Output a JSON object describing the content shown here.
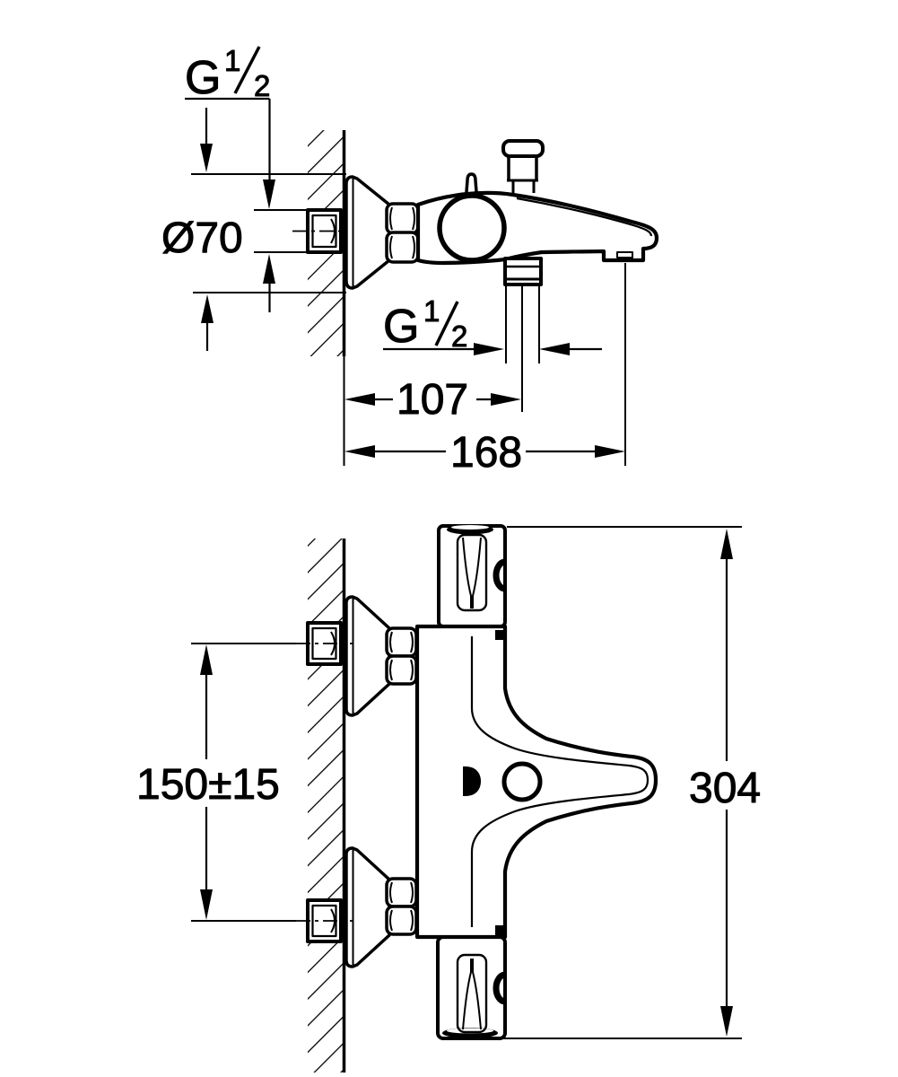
{
  "colors": {
    "line": "#000000",
    "background": "#ffffff"
  },
  "top_view": {
    "supply_thread_label": {
      "prefix": "G",
      "numerator": "1",
      "denominator": "2",
      "text": "G 1/2"
    },
    "escutcheon_diameter_label": "Ø70",
    "hose_outlet_thread_label": {
      "prefix": "G",
      "numerator": "1",
      "denominator": "2",
      "text": "G 1/2"
    },
    "wall_to_hose_outlet_label": "107",
    "wall_to_spout_tip_label": "168"
  },
  "front_view": {
    "supply_centers_label": "150±15",
    "overall_height_label": "304"
  }
}
